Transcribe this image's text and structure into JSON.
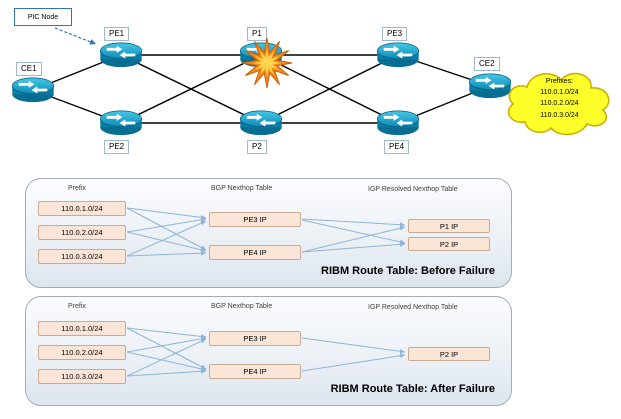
{
  "topology": {
    "pic_label": "PIC Node",
    "node_labels": {
      "ce1": "CE1",
      "pe1": "PE1",
      "pe2": "PE2",
      "p1": "P1",
      "p2": "P2",
      "pe3": "PE3",
      "pe4": "PE4",
      "ce2": "CE2"
    },
    "cloud": {
      "title": "Prefixes:",
      "prefixes": [
        "110.0.1.0/24",
        "110.0.2.0/24",
        "110.0.3.0/24"
      ]
    }
  },
  "before_table": {
    "col_prefix": "Prefix",
    "col_bgp": "BGP Nexthop Table",
    "col_igp": "IGP Resolved Nexthop Table",
    "prefixes": [
      "110.0.1.0/24",
      "110.0.2.0/24",
      "110.0.3.0/24"
    ],
    "bgp_nexthops": [
      "PE3 IP",
      "PE4 IP"
    ],
    "igp_nexthops": [
      "P1 IP",
      "P2 IP"
    ],
    "caption": "RIBM Route Table: Before Failure"
  },
  "after_table": {
    "col_prefix": "Prefix",
    "col_bgp": "BGP Nexthop Table",
    "col_igp": "IGP Resolved Nexthop Table",
    "prefixes": [
      "110.0.1.0/24",
      "110.0.2.0/24",
      "110.0.3.0/24"
    ],
    "bgp_nexthops": [
      "PE3 IP",
      "PE4 IP"
    ],
    "igp_nexthops": [
      "P2 IP"
    ],
    "caption": "RIBM Route Table: After Failure"
  }
}
